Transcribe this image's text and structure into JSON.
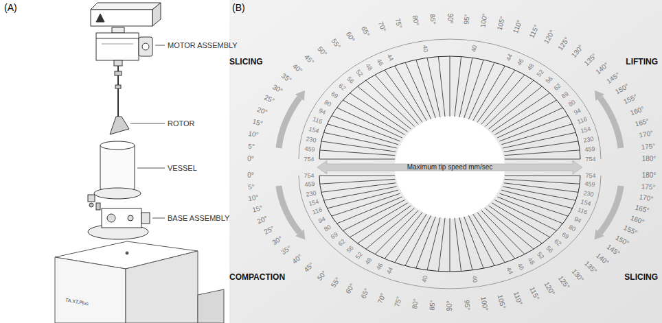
{
  "diagram": {
    "labels": [
      "(A)",
      "(B)",
      "MOTOR ASSEMBLY",
      "ROTOR",
      "VESSEL",
      "BASE ASSEMBLY",
      "TA.XT.Plus",
      "SLICING",
      "LIFTING",
      "COMPACTION",
      "SLICING",
      "Maximum tip speed mm/sec",
      "0°",
      "5°",
      "10°",
      "15°",
      "20°",
      "25°",
      "30°",
      "35°",
      "40°",
      "45°",
      "50°",
      "55°",
      "60°",
      "65°",
      "70°",
      "75°",
      "80°",
      "85°",
      "90°",
      "95°",
      "100°",
      "105°",
      "110°",
      "115°",
      "120°",
      "125°",
      "130°",
      "135°",
      "140°",
      "145°",
      "150°",
      "155°",
      "160°",
      "165°",
      "170°",
      "175°",
      "180°",
      "754",
      "459",
      "230",
      "154",
      "116",
      "94",
      "80",
      "69",
      "62",
      "56",
      "52",
      "48",
      "46",
      "44",
      "40",
      "754",
      "459",
      "230",
      "154",
      "116",
      "94",
      "80",
      "69",
      "62",
      "56",
      "52",
      "48",
      "46",
      "44",
      "40",
      "0°",
      "5°",
      "10°",
      "15°",
      "20°",
      "25°",
      "30°",
      "35°",
      "40°",
      "45°",
      "50°",
      "55°",
      "60°",
      "65°",
      "70°",
      "75°",
      "80°",
      "85°",
      "90°",
      "95°",
      "100°",
      "105°",
      "110°",
      "115°",
      "120°",
      "125°",
      "130°",
      "135°",
      "140°",
      "145°",
      "150°",
      "155°",
      "160°",
      "165°",
      "170°",
      "175°",
      "180°",
      "754",
      "459",
      "230",
      "154",
      "116",
      "94",
      "80",
      "69",
      "62",
      "56",
      "52",
      "48",
      "46",
      "44",
      "40",
      "754",
      "459",
      "230",
      "154",
      "116",
      "94",
      "80",
      "69",
      "62",
      "56",
      "52",
      "48",
      "46",
      "44",
      "40"
    ]
  }
}
